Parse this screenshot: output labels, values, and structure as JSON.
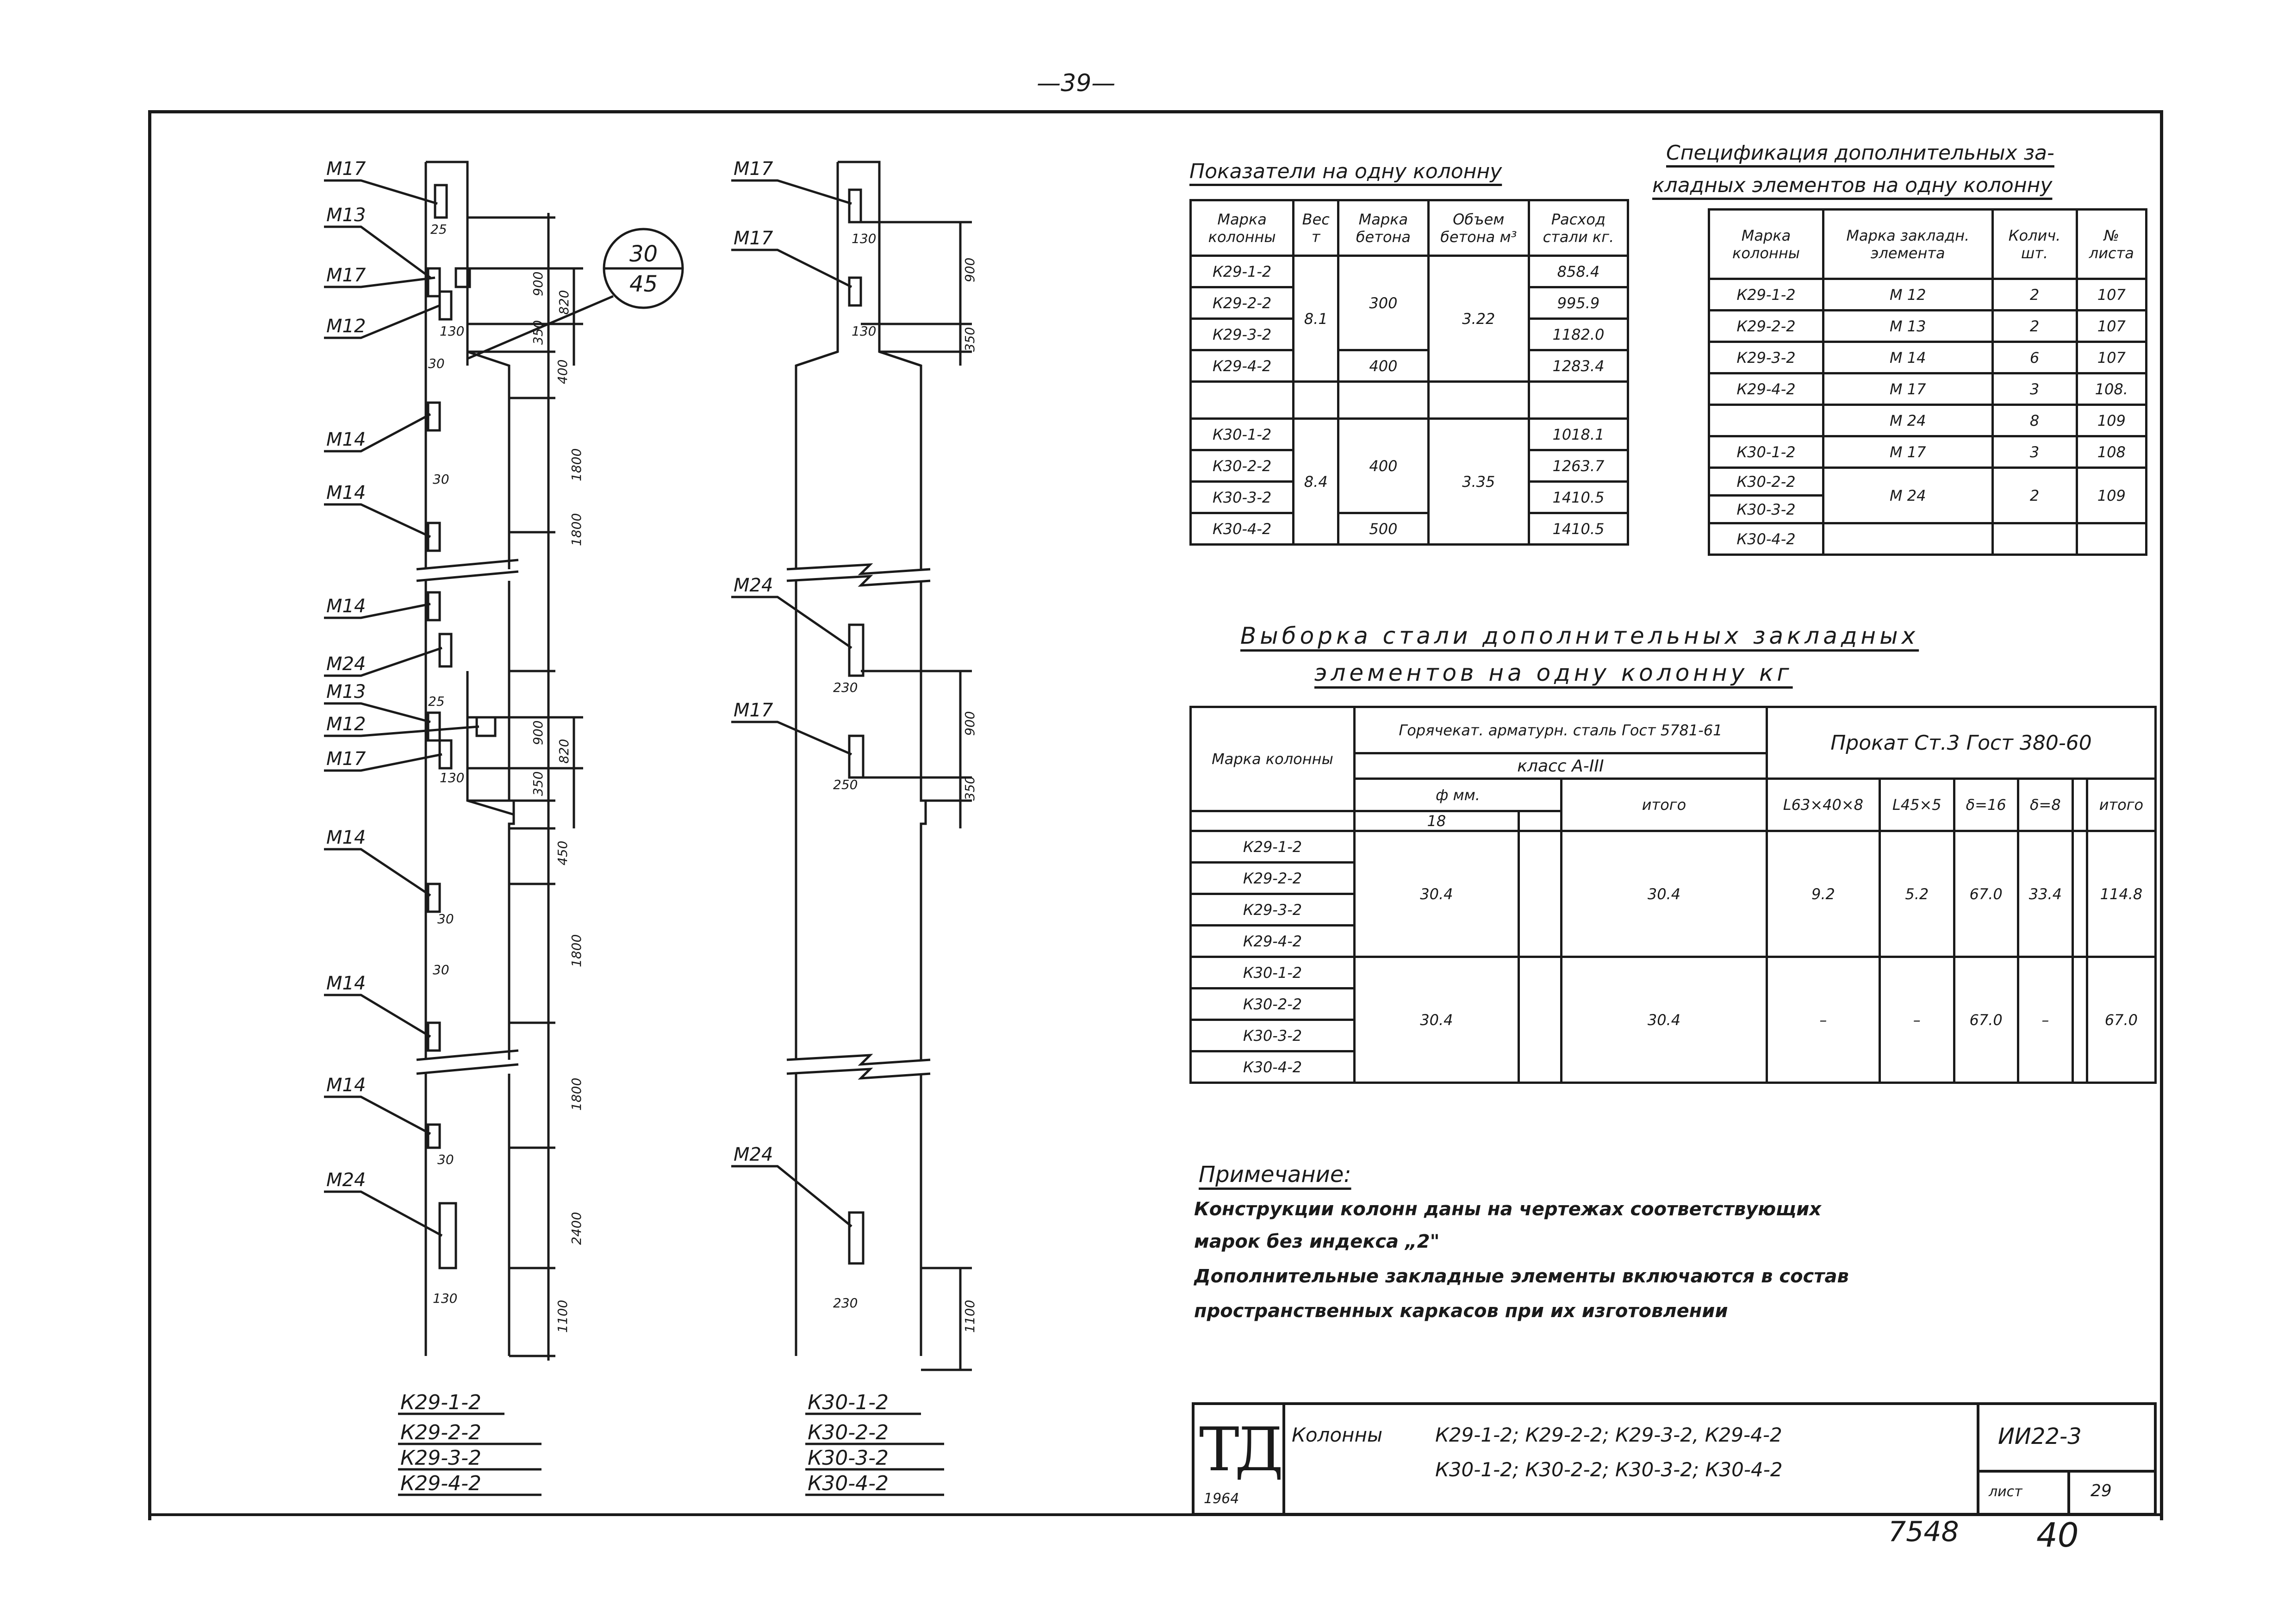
{
  "page_number": "—39—",
  "drawing_labels": {
    "left": [
      "М17",
      "М13",
      "М17",
      "М12",
      "М14",
      "М14",
      "М14",
      "М24",
      "М13",
      "М12",
      "М17",
      "М14",
      "М14",
      "М14",
      "М24"
    ],
    "right": [
      "М17",
      "М17",
      "М24",
      "М17",
      "М24"
    ]
  },
  "dimensions_left": [
    "25",
    "130",
    "30",
    "900",
    "820",
    "350",
    "400",
    "30",
    "1800",
    "1800",
    "25",
    "900",
    "820",
    "130",
    "350",
    "450",
    "30",
    "30",
    "1800",
    "1800",
    "30",
    "2400",
    "130",
    "1100"
  ],
  "dimensions_right": [
    "130",
    "130",
    "900",
    "350",
    "230",
    "250",
    "900",
    "350",
    "230",
    "1100"
  ],
  "callout": {
    "top": "30",
    "bottom": "45"
  },
  "column_marks_left": [
    "К29-1-2",
    "К29-2-2",
    "К29-3-2",
    "К29-4-2"
  ],
  "column_marks_right": [
    "К30-1-2",
    "К30-2-2",
    "К30-3-2",
    "К30-4-2"
  ],
  "indicators": {
    "title": "Показатели на одну колонну",
    "headers": [
      "Марка колонны",
      "Вес т",
      "Марка бетона",
      "Объем бетона м³",
      "Расход стали кг."
    ],
    "k29": {
      "marks": [
        "К29-1-2",
        "К29-2-2",
        "К29-3-2",
        "К29-4-2"
      ],
      "weight": "8.1",
      "concrete": [
        "300",
        "400"
      ],
      "volume": "3.22",
      "steel": [
        "858.4",
        "995.9",
        "1182.0",
        "1283.4"
      ]
    },
    "k30": {
      "marks": [
        "К30-1-2",
        "К30-2-2",
        "К30-3-2",
        "К30-4-2"
      ],
      "weight": "8.4",
      "concrete": [
        "400",
        "500"
      ],
      "volume": "3.35",
      "steel": [
        "1018.1",
        "1263.7",
        "1410.5",
        "1410.5"
      ]
    }
  },
  "spec": {
    "title_1": "Спецификация дополнительных за-",
    "title_2": "кладных элементов на одну колонну",
    "headers": [
      "Марка колонны",
      "Марка закладн. элемента",
      "Колич. шт.",
      "№ листа"
    ],
    "k29_marks": [
      "К29-1-2",
      "К29-2-2",
      "К29-3-2",
      "К29-4-2"
    ],
    "k29_rows": [
      [
        "М 12",
        "2",
        "107"
      ],
      [
        "М 13",
        "2",
        "107"
      ],
      [
        "М 14",
        "6",
        "107"
      ],
      [
        "М 17",
        "3",
        "108."
      ],
      [
        "М 24",
        "8",
        "109"
      ]
    ],
    "k30_marks": [
      "К30-1-2",
      "К30-2-2",
      "К30-3-2",
      "К30-4-2"
    ],
    "k30_rows": [
      [
        "М 17",
        "3",
        "108"
      ],
      [
        "М 24",
        "2",
        "109"
      ]
    ]
  },
  "selection": {
    "title_1": "Выборка стали дополнительных закладных",
    "title_2": "элементов на одну колонну кг",
    "col_mark": "Марка колонны",
    "hot_rolled": "Горячекат. арматурн. сталь Гост 5781-61",
    "class": "класс А-III",
    "phi": "ф мм.",
    "phi_18": "18",
    "itogo": "итого",
    "prokat": "Прокат Ст.3 Гост 380-60",
    "sub_headers": [
      "L63×40×8",
      "L45×5",
      "δ=16",
      "δ=8"
    ],
    "itogo2": "итого",
    "k29_marks": [
      "К29-1-2",
      "К29-2-2",
      "К29-3-2",
      "К29-4-2"
    ],
    "k29_values": [
      "30.4",
      "30.4",
      "9.2",
      "5.2",
      "67.0",
      "33.4",
      "114.8"
    ],
    "k30_marks": [
      "К30-1-2",
      "К30-2-2",
      "К30-3-2",
      "К30-4-2"
    ],
    "k30_values": [
      "30.4",
      "30.4",
      "–",
      "–",
      "67.0",
      "–",
      "67.0"
    ]
  },
  "note": {
    "title": "Примечание:",
    "lines": [
      "Конструкции колонн даны на чертежах соответствующих",
      "марок без индекса „2\"",
      "Дополнительные закладные элементы включаются в состав",
      "пространственных каркасов при их изготовлении"
    ]
  },
  "title_block": {
    "logo": "ТД",
    "year": "1964",
    "label": "Колонны",
    "line1": "К29-1-2; К29-2-2; К29-3-2, К29-4-2",
    "line2": "К30-1-2; К30-2-2; К30-3-2; К30-4-2",
    "code": "ИИ22-3",
    "sheet_label": "лист",
    "sheet_no": "29"
  },
  "footer": {
    "left": "7548",
    "right": "40"
  }
}
